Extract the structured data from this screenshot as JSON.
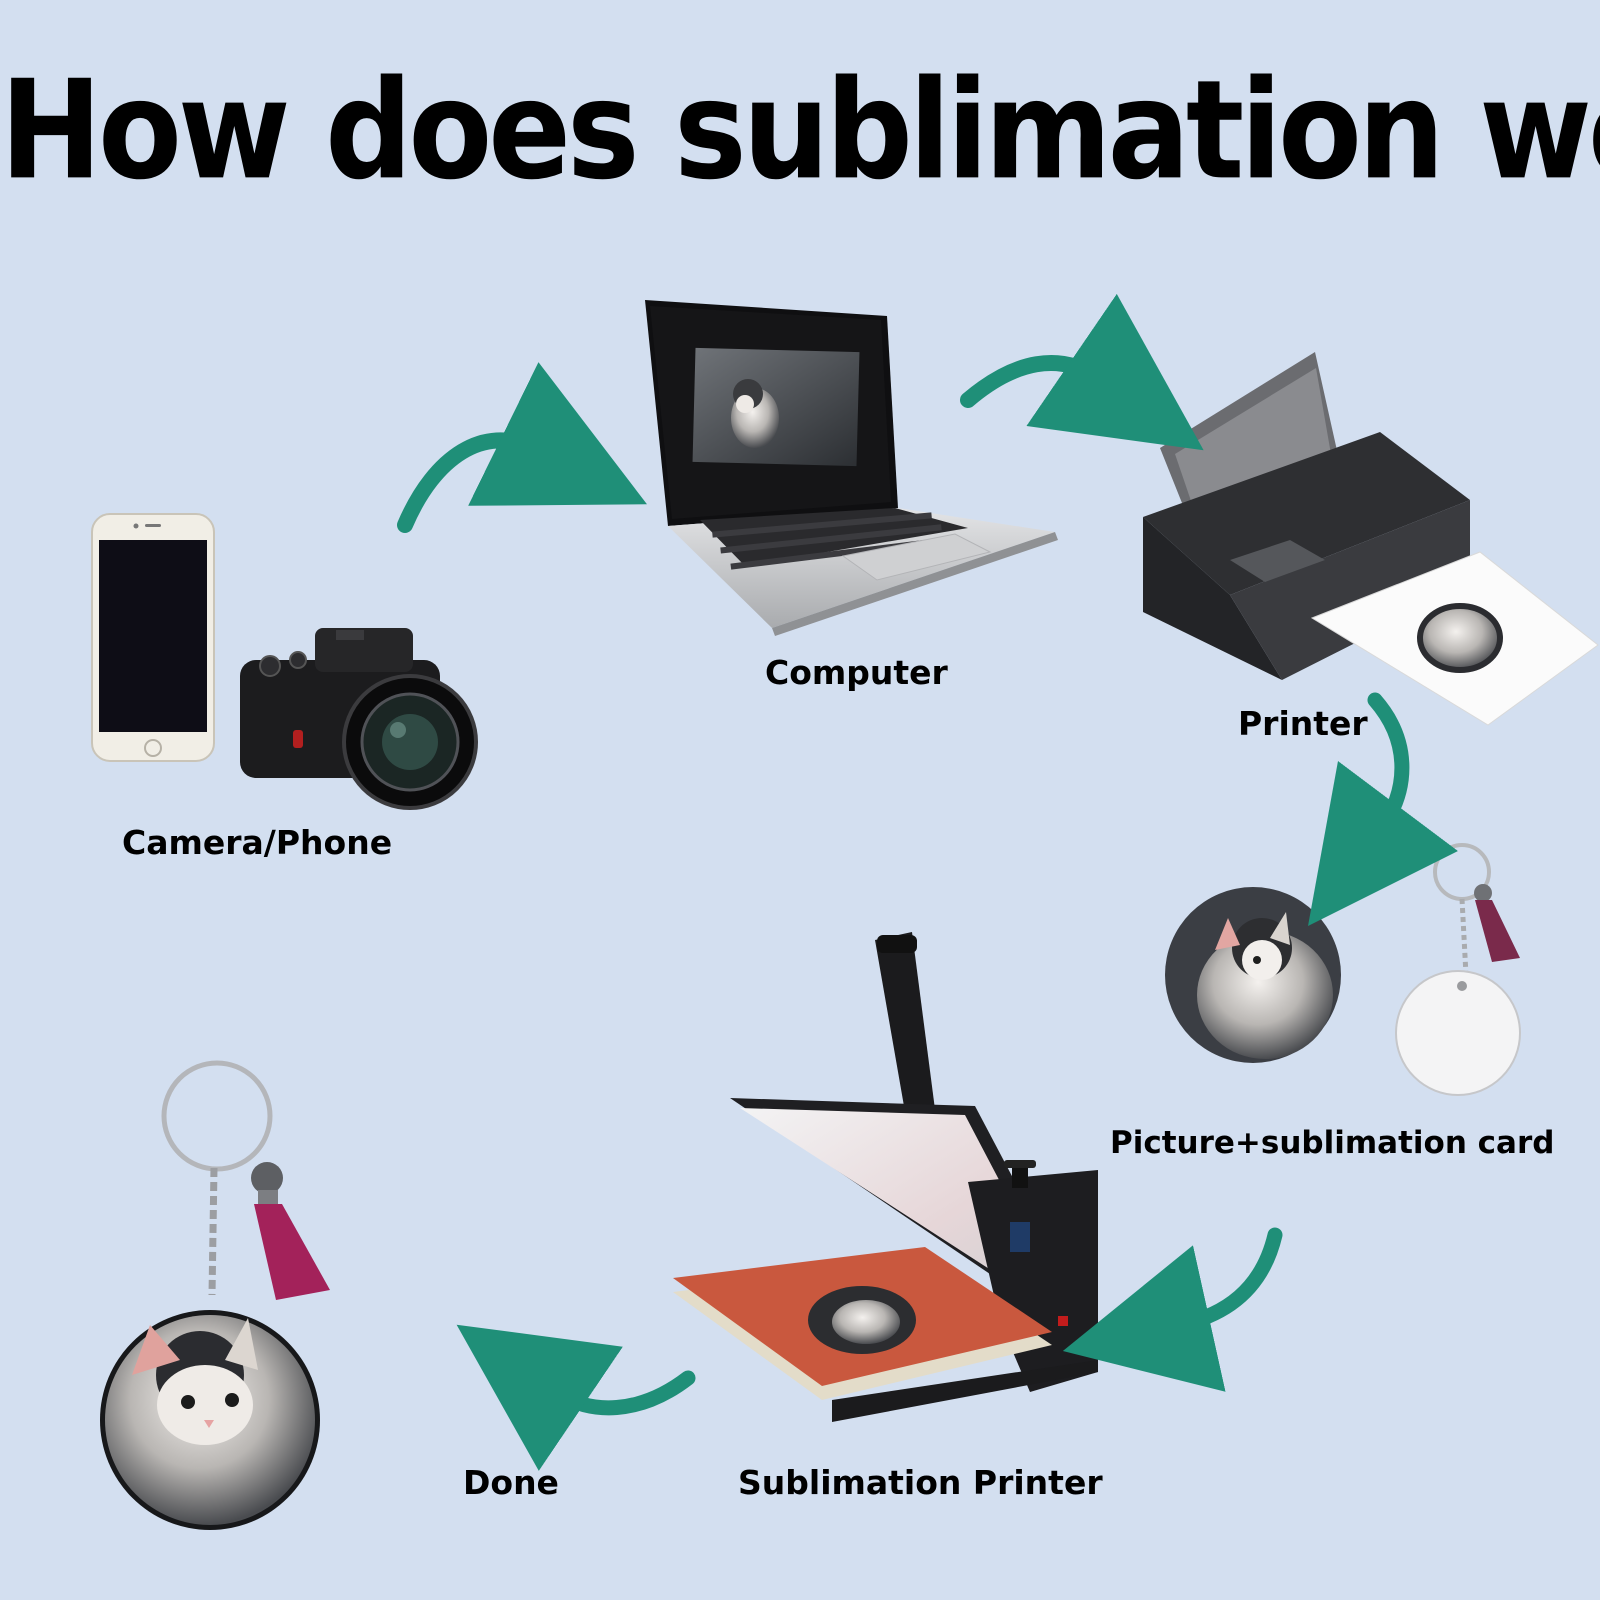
{
  "title": "How does sublimation work",
  "steps": {
    "camera_phone": "Camera/Phone",
    "computer": "Computer",
    "printer": "Printer",
    "picture_card": "Picture+sublimation card",
    "sublimation_printer": "Sublimation Printer",
    "done": "Done"
  },
  "colors": {
    "background": "#d3dff0",
    "arrow": "#1f8f78",
    "press_plate": "#c9583e",
    "tassel": "#a3225a"
  }
}
